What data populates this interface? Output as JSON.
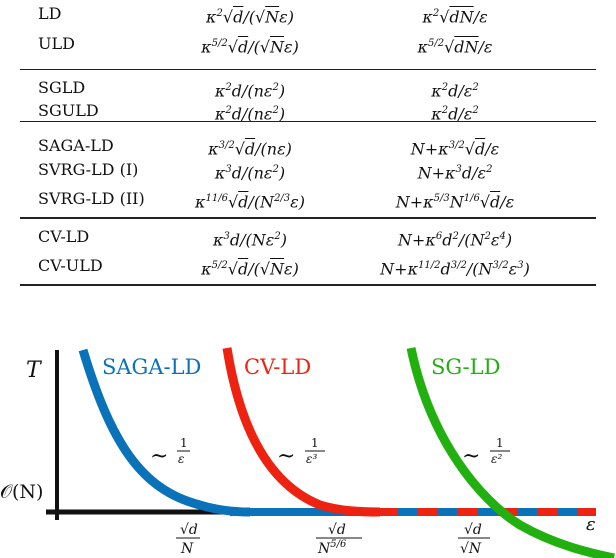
{
  "table": {
    "groups": [
      [
        {
          "method": "LD",
          "col1": "κ² √d / (√N ε)",
          "col2": "κ² √(dN) / ε"
        },
        {
          "method": "ULD",
          "col1": "κ^(5/2) √d / (√N ε)",
          "col2": "κ^(5/2) √(dN) / ε"
        }
      ],
      [
        {
          "method": "SGLD",
          "col1": "κ² d / (n ε²)",
          "col2": "κ² d / ε²"
        },
        {
          "method": "SGULD",
          "col1": "κ² d / (n ε²)",
          "col2": "κ² d / ε²"
        }
      ],
      [
        {
          "method": "SAGA-LD",
          "col1": "κ^(3/2) √d / (n ε)",
          "col2": "N + κ^(3/2) √d / ε"
        },
        {
          "method": "SVRG-LD (I)",
          "col1": "κ³ d / (n ε²)",
          "col2": "N + κ³ d / ε²"
        },
        {
          "method": "SVRG-LD (II)",
          "col1": "κ^(11/6) √d / (N^(2/3) ε)",
          "col2": "N + κ^(5/3) N^(1/6) √d / ε"
        }
      ],
      [
        {
          "method": "CV-LD",
          "col1": "κ³ d / (N ε²)",
          "col2": "N + κ⁶ d² / (N² ε⁴)"
        },
        {
          "method": "CV-ULD",
          "col1": "κ^(5/2) √d / (√N ε)",
          "col2": "N + κ^(11/2) d^(3/2) / (N^(3/2) ε³)"
        }
      ]
    ]
  },
  "diagram": {
    "y_axis_label": "T",
    "y_tick_label": "O(N)",
    "x_axis_label": "ε",
    "x_ticks": [
      "√d / N",
      "√d / N^(5/6)",
      "√d / √N"
    ],
    "curves": [
      {
        "name": "SAGA-LD",
        "rate": "~ 1/ε",
        "color": "#0a72b8"
      },
      {
        "name": "CV-LD",
        "rate": "~ 1/ε³",
        "color": "#ee2211"
      },
      {
        "name": "SG-LD",
        "rate": "~ 1/ε²",
        "color": "#22b011"
      }
    ]
  }
}
